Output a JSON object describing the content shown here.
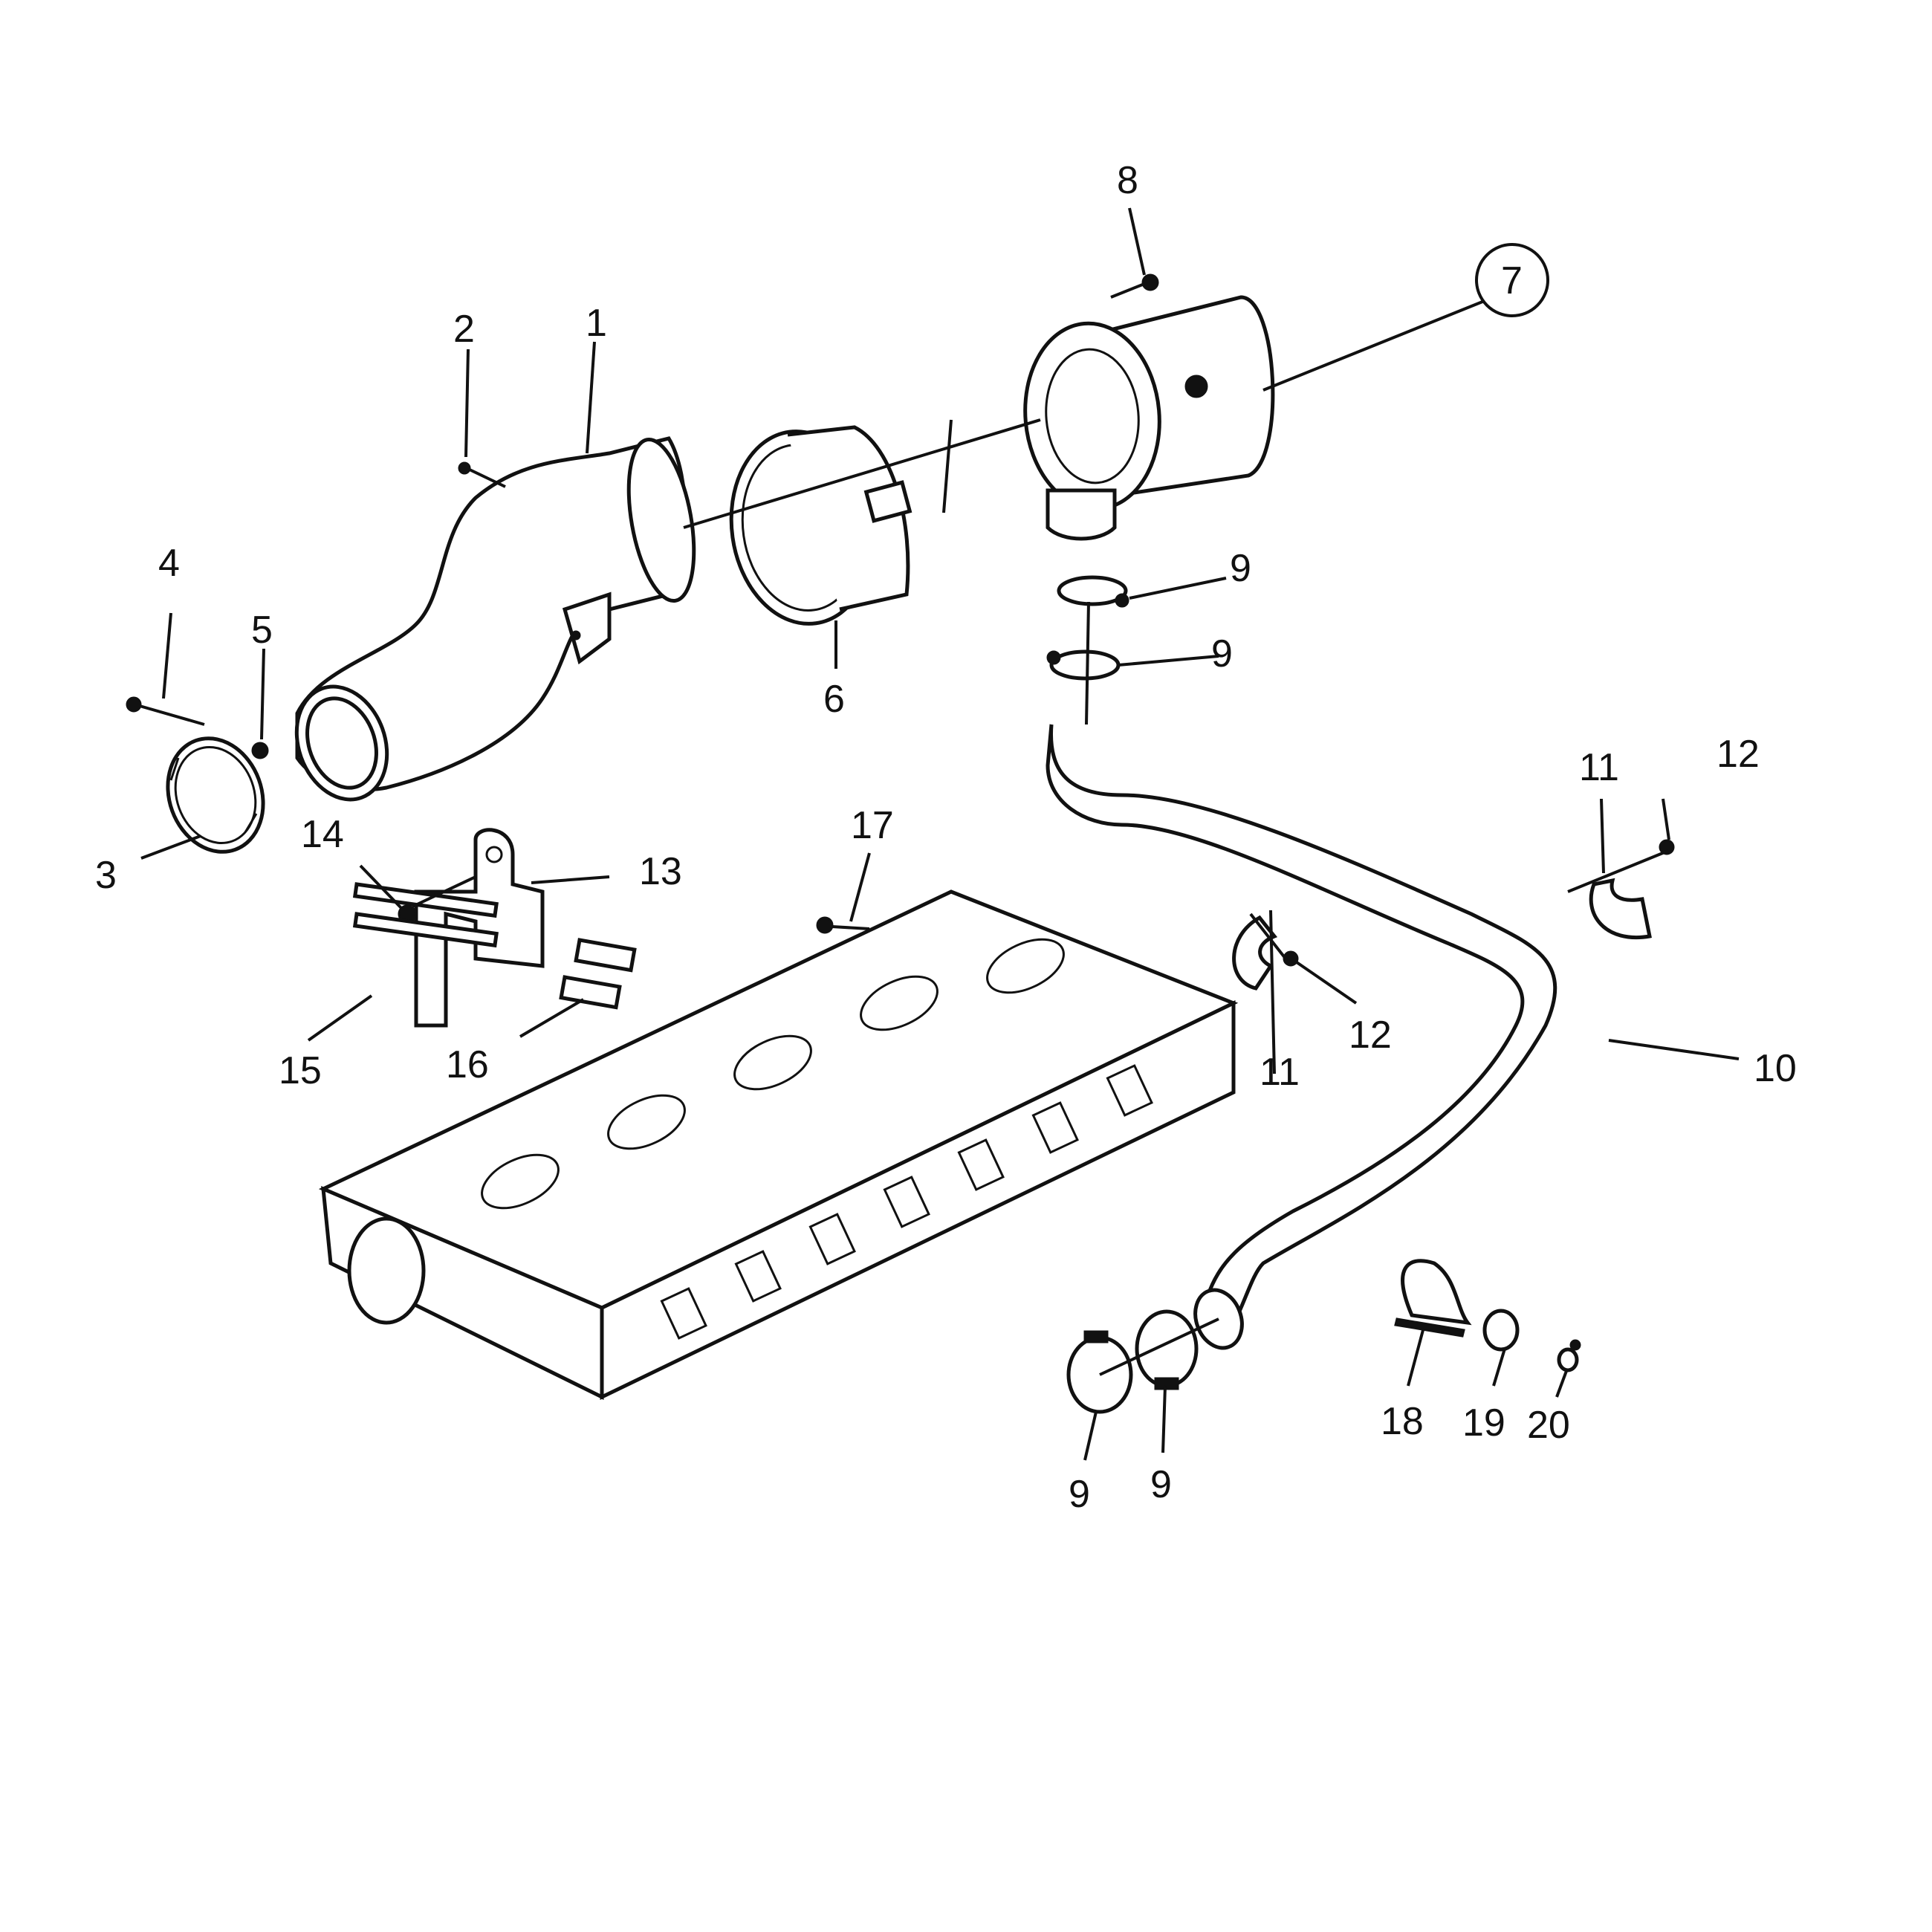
{
  "callouts": {
    "c1": "1",
    "c2": "2",
    "c3": "3",
    "c4": "4",
    "c5": "5",
    "c6": "6",
    "c7": "7",
    "c8": "8",
    "c9a": "9",
    "c9b": "9",
    "c9c": "9",
    "c9d": "9",
    "c10": "10",
    "c11a": "11",
    "c11b": "11",
    "c12a": "12",
    "c12b": "12",
    "c13": "13",
    "c14": "14",
    "c15": "15",
    "c16": "16",
    "c17": "17",
    "c18": "18",
    "c19": "19",
    "c20": "20"
  },
  "style": {
    "line_color": "#111111",
    "background": "#ffffff"
  },
  "icons": {
    "callout_7_marker": "circle"
  }
}
